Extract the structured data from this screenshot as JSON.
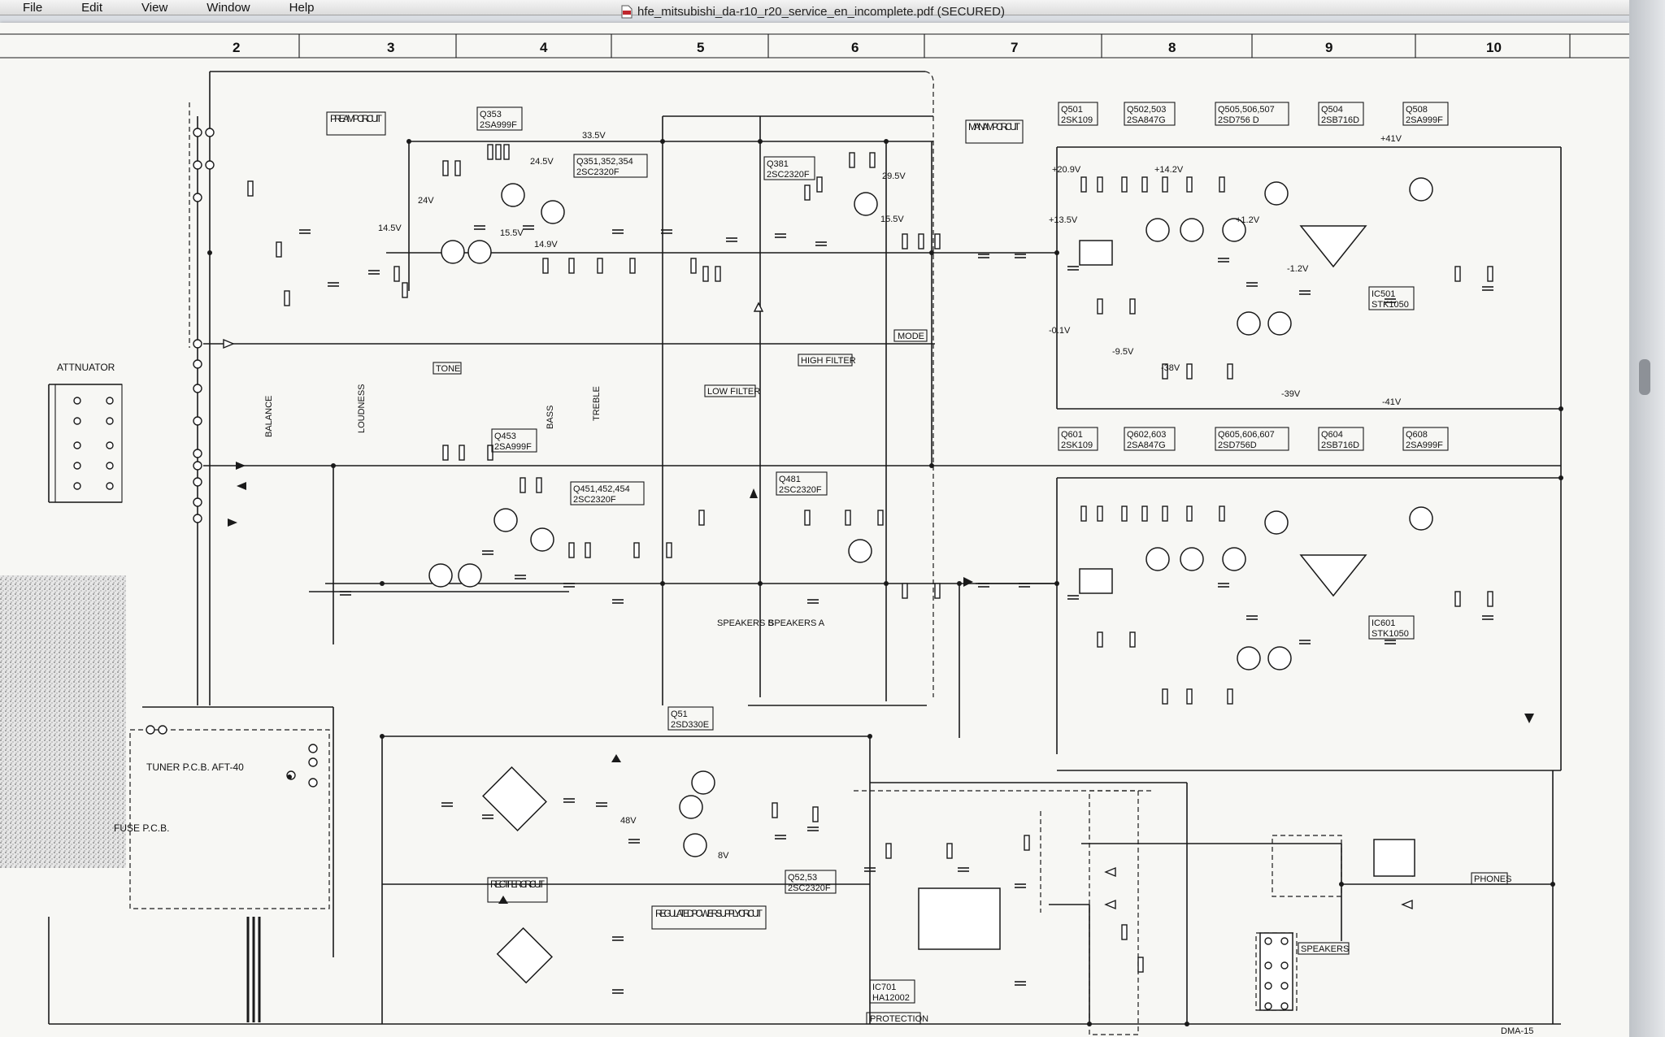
{
  "menu": [
    "File",
    "Edit",
    "View",
    "Window",
    "Help"
  ],
  "window": {
    "title": "hfe_mitsubishi_da-r10_r20_service_en_incomplete.pdf (SECURED)",
    "icon": "pdf-file-icon"
  },
  "grid_numbers": [
    "2",
    "3",
    "4",
    "5",
    "6",
    "7",
    "8",
    "9",
    "10"
  ],
  "sections": {
    "pre_amp": "PRE AMP CIRCUIT",
    "main_amp": "MAIN AMP CIRCUIT",
    "attenuator": "ATTNUATOR",
    "tuner": "TUNER P.C.B. AFT-40",
    "fuse": "FUSE P.C.B.",
    "rectifier": "RECTIFIER CIRCUIT",
    "regulated": "REGULATED POWER SUPPLY CIRCUIT",
    "protection": "PROTECTION",
    "phones": "PHONES",
    "speakers": "SPEAKERS",
    "tone": "TONE",
    "low_filter": "LOW FILTER",
    "high_filter": "HIGH FILTER",
    "mode": "MODE",
    "balance": "BALANCE",
    "loudness": "LOUDNESS",
    "bass": "BASS",
    "treble": "TREBLE",
    "speakers_b": "SPEAKERS B",
    "speakers_a": "SPEAKERS A"
  },
  "transistor_labels": [
    {
      "ref": "Q353",
      "part": "2SA999F"
    },
    {
      "ref": "Q351,352,354",
      "part": "2SC2320F"
    },
    {
      "ref": "Q381",
      "part": "2SC2320F"
    },
    {
      "ref": "Q453",
      "part": "2SA999F"
    },
    {
      "ref": "Q451,452,454",
      "part": "2SC2320F"
    },
    {
      "ref": "Q481",
      "part": "2SC2320F"
    },
    {
      "ref": "Q501",
      "part": "2SK109"
    },
    {
      "ref": "Q502,503",
      "part": "2SA847G"
    },
    {
      "ref": "Q505,506,507",
      "part": "2SD756 D"
    },
    {
      "ref": "Q504",
      "part": "2SB716D"
    },
    {
      "ref": "Q508",
      "part": "2SA999F"
    },
    {
      "ref": "Q601",
      "part": "2SK109"
    },
    {
      "ref": "Q602,603",
      "part": "2SA847G"
    },
    {
      "ref": "Q605,606,607",
      "part": "2SD756D"
    },
    {
      "ref": "Q604",
      "part": "2SB716D"
    },
    {
      "ref": "Q608",
      "part": "2SA999F"
    },
    {
      "ref": "Q51",
      "part": "2SD330E"
    },
    {
      "ref": "Q52,53",
      "part": "2SC2320F"
    },
    {
      "ref": "IC501",
      "part": "STK1050"
    },
    {
      "ref": "IC601",
      "part": "STK1050"
    },
    {
      "ref": "IC701",
      "part": "HA12002"
    }
  ],
  "voltages": [
    "33.5V",
    "24.5V",
    "24V",
    "14.5V",
    "14.9V",
    "15.5V",
    "29.5V",
    "15.5V",
    "+20.9V",
    "+14.2V",
    "+13.5V",
    "+1.2V",
    "-1.2V",
    "+41V",
    "-0.1V",
    "-9.5V",
    "-38V",
    "-39V",
    "-41V",
    "48V",
    "8V"
  ],
  "footer_mark": "DMA-15"
}
